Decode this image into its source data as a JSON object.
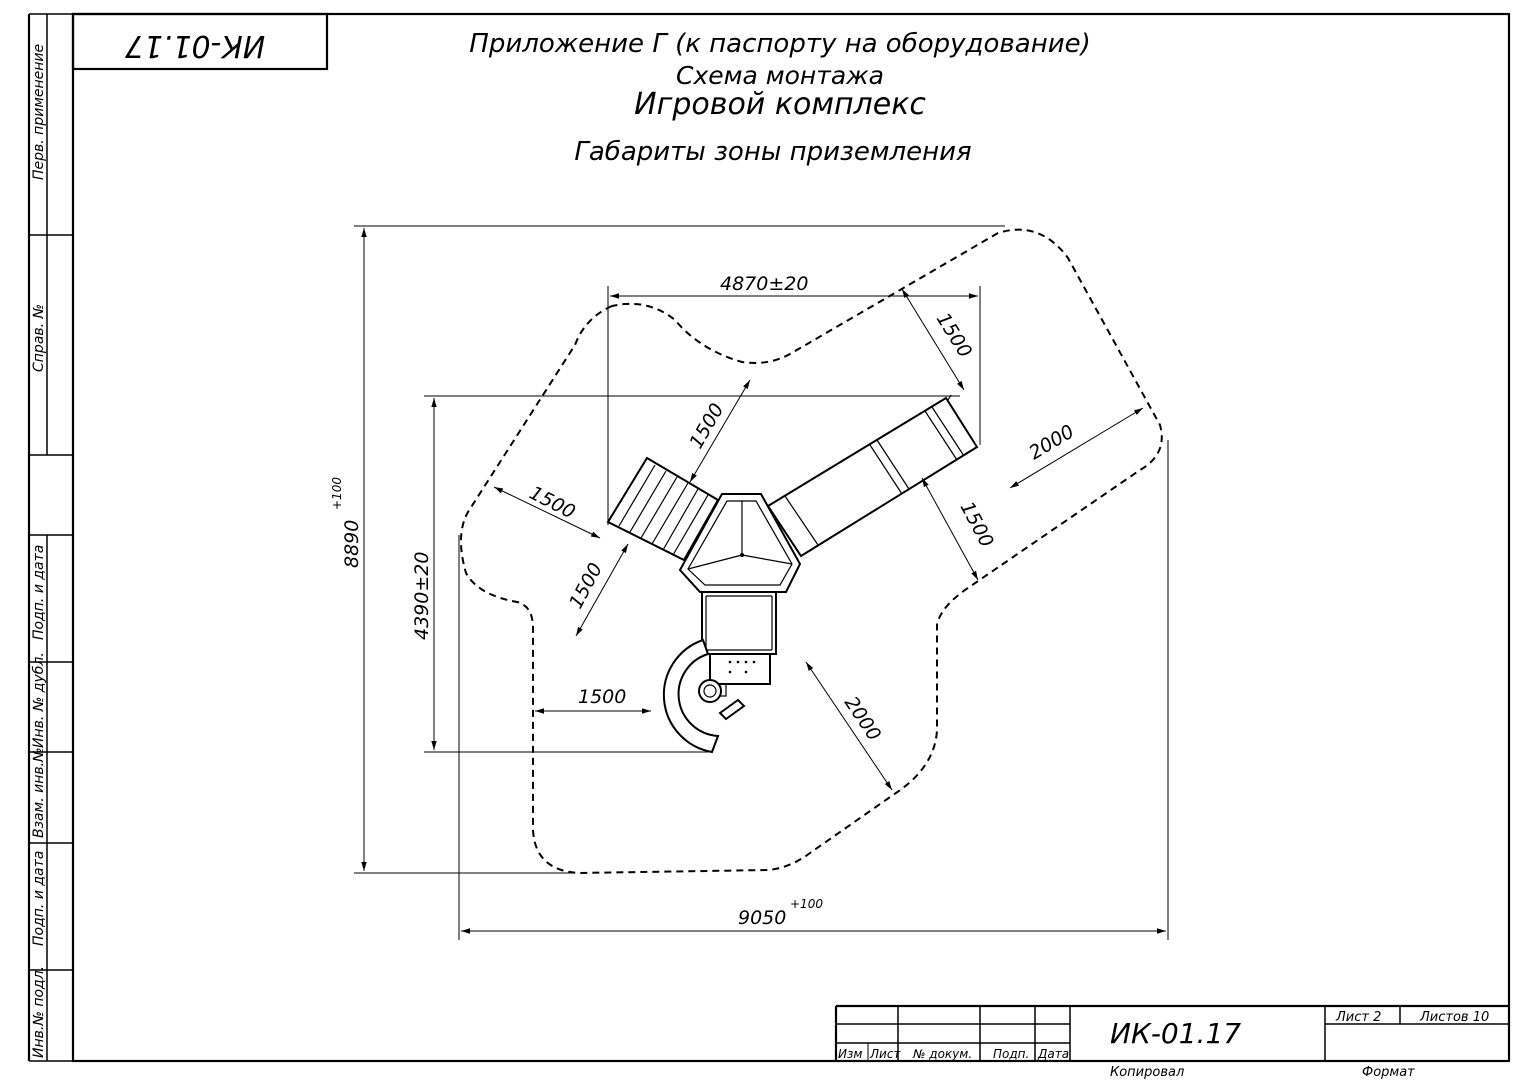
{
  "drawing_code": "ИК-01.17",
  "drawing_code_stamp": "ИК-01.17",
  "title": {
    "line1": "Приложение Г (к паспорту на оборудование)",
    "line2": "Схема монтажа",
    "line3": "Игровой комплекс",
    "line4": "Габариты зоны приземления"
  },
  "side_stamp": {
    "perv_primen": "Перв. применение",
    "sprav_no": "Справ. №",
    "podp_data_1": "Подп. и дата",
    "inv_no_dubl": "Инв. № дубл.",
    "vzam_inv_no": "Взам. инв.№",
    "podp_data_2": "Подп. и дата",
    "inv_no_podl": "Инв.№ подл."
  },
  "title_block": {
    "izm": "Изм",
    "list": "Лист",
    "no_dokum": "№ докум.",
    "podp": "Подп.",
    "data": "Дата",
    "sheet": "Лист 2",
    "sheets": "Листов 10",
    "kopiroval": "Копировал",
    "format": "Формат"
  },
  "dimensions": {
    "overall_height": "8890",
    "overall_height_tol": "+100",
    "overall_width": "9050",
    "overall_width_tol": "+100",
    "top_width": "4870±20",
    "mid_height": "4390±20",
    "d_1500_a": "1500",
    "d_1500_b": "1500",
    "d_1500_c": "1500",
    "d_1500_d": "1500",
    "d_1500_e": "1500",
    "d_1500_f": "1500",
    "d_2000_a": "2000",
    "d_2000_b": "2000"
  }
}
